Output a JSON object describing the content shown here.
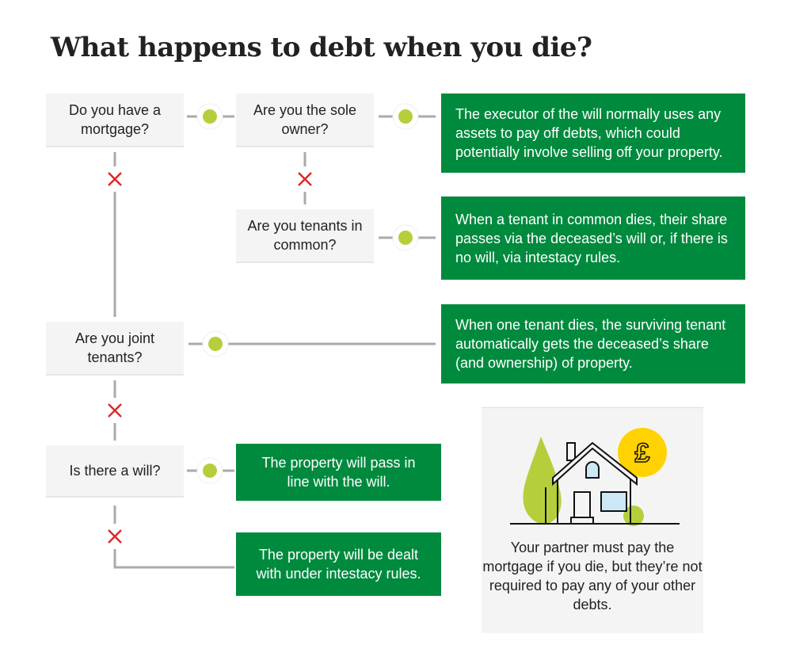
{
  "title": "What happens to debt when you die?",
  "questions": {
    "mortgage": "Do you have a mortgage?",
    "sole_owner": "Are you the sole owner?",
    "tenants_in_common": "Are you tenants in common?",
    "joint_tenants": "Are you joint tenants?",
    "will": "Is there a will?"
  },
  "answers": {
    "sole_owner_yes": "The executor of the will normally uses any assets to pay off debts, which could potentially involve selling off your property.",
    "tenants_in_common_yes": "When a tenant in common dies, their share passes via the deceased’s will or, if there is no will, via intestacy rules.",
    "joint_tenants_yes": "When one tenant dies, the surviving tenant automatically gets the deceased’s share (and ownership) of property.",
    "will_yes": "The property will pass in line with the will.",
    "will_no": "The property will be dealt with under intestacy rules."
  },
  "card": {
    "text": "Your partner must pay the mortgage if you die, but they’re not required to pay any of your other debts.",
    "currency_symbol": "£"
  },
  "colors": {
    "green": "#008a3e",
    "yes_dot": "#b5cf3c",
    "no_cross": "#e0282a",
    "coin": "#ffd200"
  }
}
